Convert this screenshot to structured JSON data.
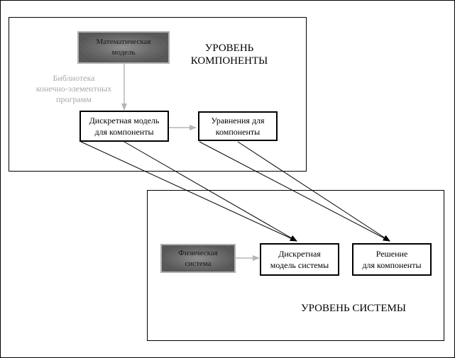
{
  "component_level": {
    "title": "УРОВЕНЬ\nКОМПОНЕНТЫ",
    "math_model": "Математическая\nмодель",
    "library_label": "Библиотека\nконечно-элементных\nпрограмм",
    "discrete_model": "Дискретная модель\nдля компоненты",
    "equations": "Уравнения для\nкомпоненты"
  },
  "system_level": {
    "title": "УРОВЕНЬ СИСТЕМЫ",
    "physical_system": "Физическая\nсистема",
    "discrete_system_model": "Дискретная\nмодель системы",
    "solution": "Решение\nдля компоненты"
  },
  "colors": {
    "grey_arrow": "#b5b5b5",
    "black_arrow": "#000000"
  }
}
